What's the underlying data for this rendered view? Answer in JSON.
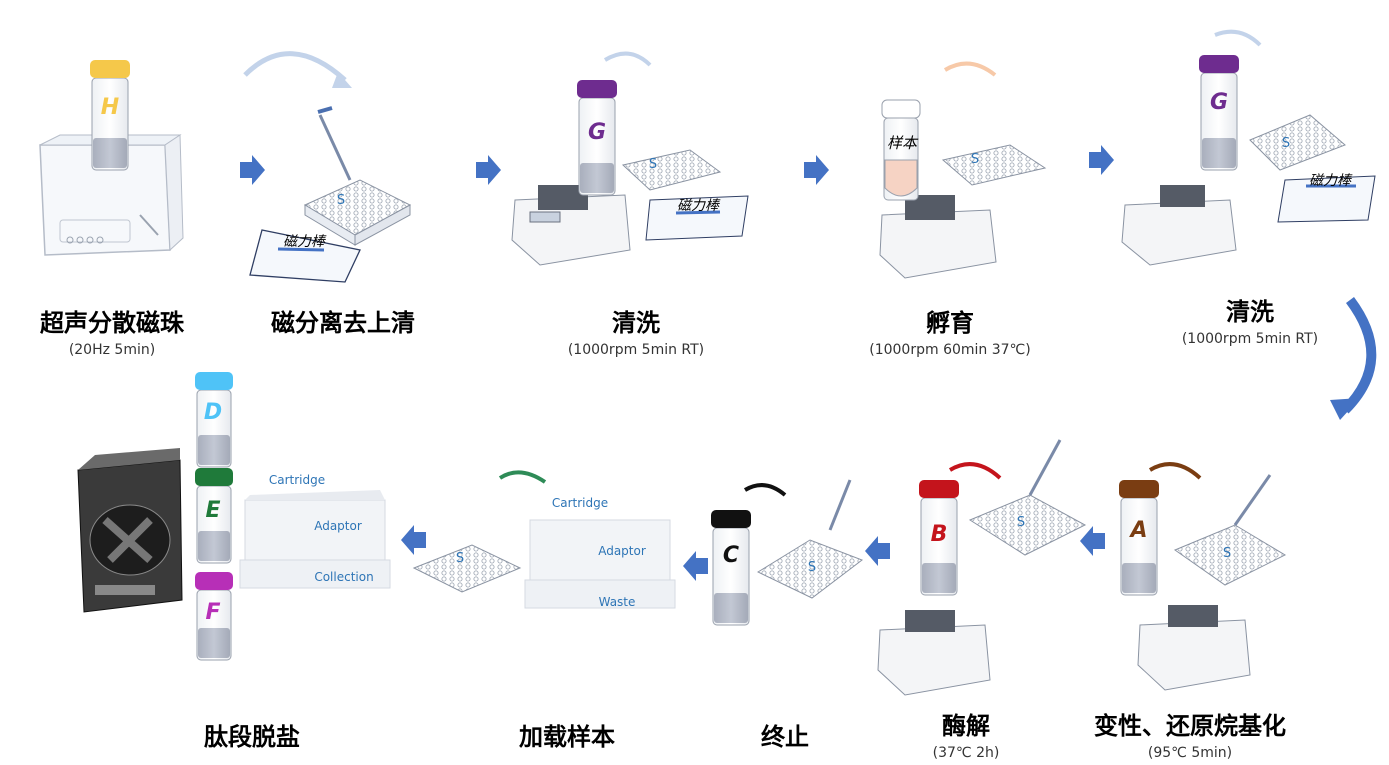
{
  "steps": [
    {
      "title": "超声分散磁珠",
      "condition": "(20Hz 5min)"
    },
    {
      "title": "磁分离去上清",
      "condition": ""
    },
    {
      "title": "清洗",
      "condition": "(1000rpm 5min RT)"
    },
    {
      "title": "孵育",
      "condition": "(1000rpm 60min 37℃)"
    },
    {
      "title": "清洗",
      "condition": "(1000rpm 5min RT)"
    },
    {
      "title": "变性、还原烷基化",
      "condition": "(95℃ 5min)"
    },
    {
      "title": "酶解",
      "condition": "(37℃ 2h)"
    },
    {
      "title": "终止",
      "condition": ""
    },
    {
      "title": "加载样本",
      "condition": ""
    },
    {
      "title": "肽段脱盐",
      "condition": ""
    }
  ],
  "tubes": {
    "H": {
      "letter": "H",
      "color": "#f5c84a"
    },
    "G": {
      "letter": "G",
      "color": "#6e2c8f"
    },
    "sample": {
      "letter": "样本",
      "color": "#ffffff"
    },
    "A": {
      "letter": "A",
      "color": "#7a3d12"
    },
    "B": {
      "letter": "B",
      "color": "#c4141c"
    },
    "C": {
      "letter": "C",
      "color": "#111111"
    },
    "D": {
      "letter": "D",
      "color": "#4fc3f7"
    },
    "E": {
      "letter": "E",
      "color": "#1f7a3a"
    },
    "F": {
      "letter": "F",
      "color": "#b72fb7"
    }
  },
  "plate_label": "S",
  "magnet_label": "磁力棒",
  "spe": {
    "load": {
      "top": "Cartridge",
      "mid": "Adaptor",
      "bottom": "Waste"
    },
    "desalt": {
      "top": "Cartridge",
      "mid": "Adaptor",
      "bottom": "Collection"
    }
  },
  "colors": {
    "flow_arrow": "#4472c4",
    "label_blue": "#2e75b6"
  }
}
